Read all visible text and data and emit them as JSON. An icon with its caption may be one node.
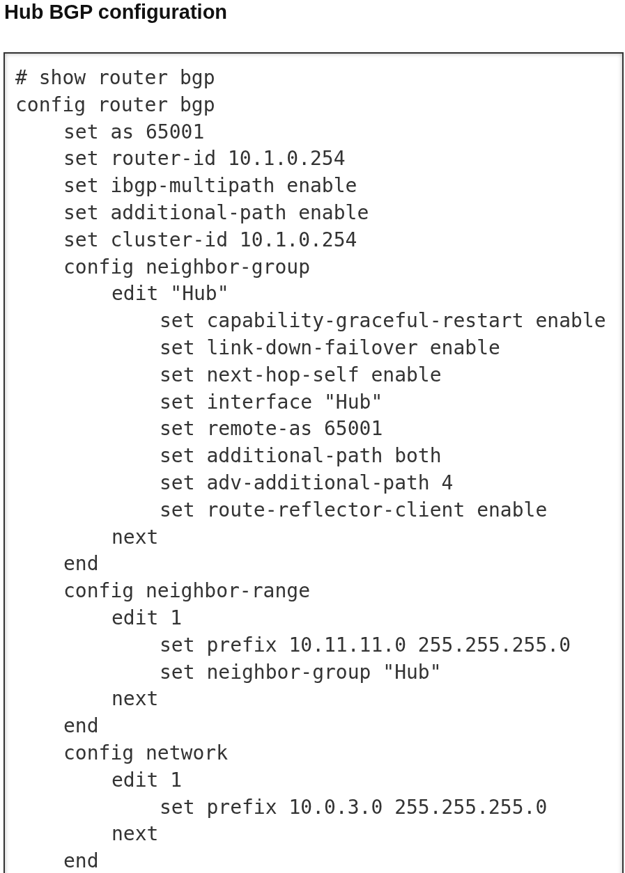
{
  "diagram": {
    "title": "Hub BGP configuration",
    "nodes": [
      {
        "text": [
          "# show router bgp",
          "config router bgp",
          "set as 65001",
          "set router-id 10.1.0.254",
          "set ibgp-multipath enable",
          "set additional-path enable",
          "set cluster-id 10.1.0.254",
          "config neighbor-group",
          "edit \"Hub\"",
          "set capability-graceful-restart enable",
          "set link-down-failover enable",
          "set next-hop-self enable",
          "set interface \"Hub\"",
          "set remote-as 65001",
          "set additional-path both",
          "set adv-additional-path 4",
          "set route-reflector-client enable",
          "next",
          "end",
          "config neighbor-range",
          "edit 1",
          "set prefix 10.11.11.0 255.255.255.0",
          "set neighbor-group \"Hub\"",
          "next",
          "end",
          "config network",
          "edit 1",
          "set prefix 10.0.3.0 255.255.255.0",
          "next",
          "end"
        ]
      }
    ]
  }
}
